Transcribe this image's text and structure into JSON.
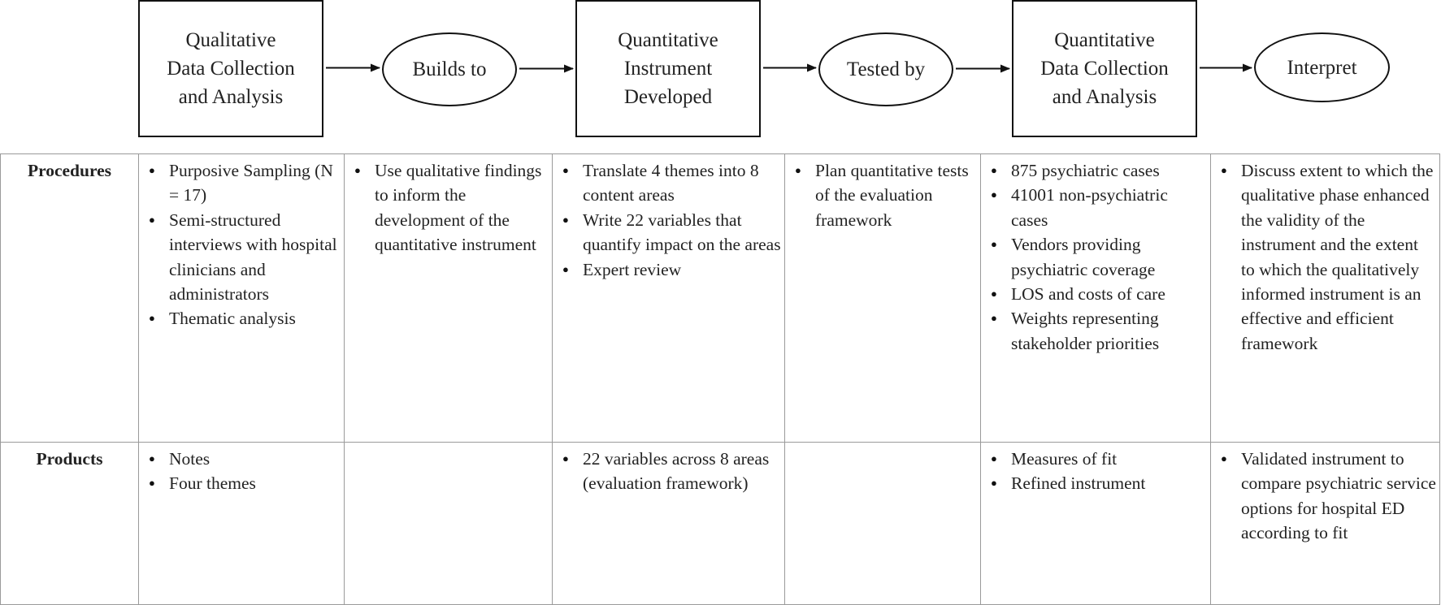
{
  "flow": {
    "nodes": [
      {
        "id": "qual-collection",
        "shape": "rectangle",
        "label": "Qualitative\nData Collection\nand Analysis"
      },
      {
        "id": "builds-to",
        "shape": "ellipse",
        "label": "Builds to"
      },
      {
        "id": "instrument-developed",
        "shape": "rectangle",
        "label": "Quantitative\nInstrument\nDeveloped"
      },
      {
        "id": "tested-by",
        "shape": "ellipse",
        "label": "Tested by"
      },
      {
        "id": "quant-collection",
        "shape": "rectangle",
        "label": "Quantitative\nData Collection\nand Analysis"
      },
      {
        "id": "interpret",
        "shape": "ellipse",
        "label": "Interpret"
      }
    ],
    "edges": [
      {
        "from": "qual-collection",
        "to": "builds-to"
      },
      {
        "from": "builds-to",
        "to": "instrument-developed"
      },
      {
        "from": "instrument-developed",
        "to": "tested-by"
      },
      {
        "from": "tested-by",
        "to": "quant-collection"
      },
      {
        "from": "quant-collection",
        "to": "interpret"
      }
    ]
  },
  "table": {
    "rows": [
      {
        "label": "Procedures",
        "cells": [
          [
            "Purposive Sampling (N = 17)",
            "Semi-structured interviews with hospital clinicians and administrators",
            "Thematic analysis"
          ],
          [
            "Use qualitative findings to inform the development of the quantitative instrument"
          ],
          [
            "Translate 4 themes into 8 content areas",
            "Write 22 variables that quantify impact on the areas",
            "Expert review"
          ],
          [
            "Plan quantitative tests of the evaluation framework"
          ],
          [
            "875 psychiatric cases",
            "41001 non-psychiatric cases",
            "Vendors providing psychiatric coverage",
            "LOS and costs of care",
            "Weights representing stakeholder priorities"
          ],
          [
            "Discuss extent to which the qualitative phase enhanced the validity of the instrument and the extent to which the qualitatively informed instrument is an effective and efficient framework"
          ]
        ]
      },
      {
        "label": "Products",
        "cells": [
          [
            "Notes",
            "Four themes"
          ],
          [],
          [
            "22 variables across 8 areas (evaluation framework)"
          ],
          [],
          [
            "Measures of fit",
            "Refined instrument"
          ],
          [
            "Validated instrument to compare psychiatric service options for hospital ED according to fit"
          ]
        ]
      }
    ]
  }
}
